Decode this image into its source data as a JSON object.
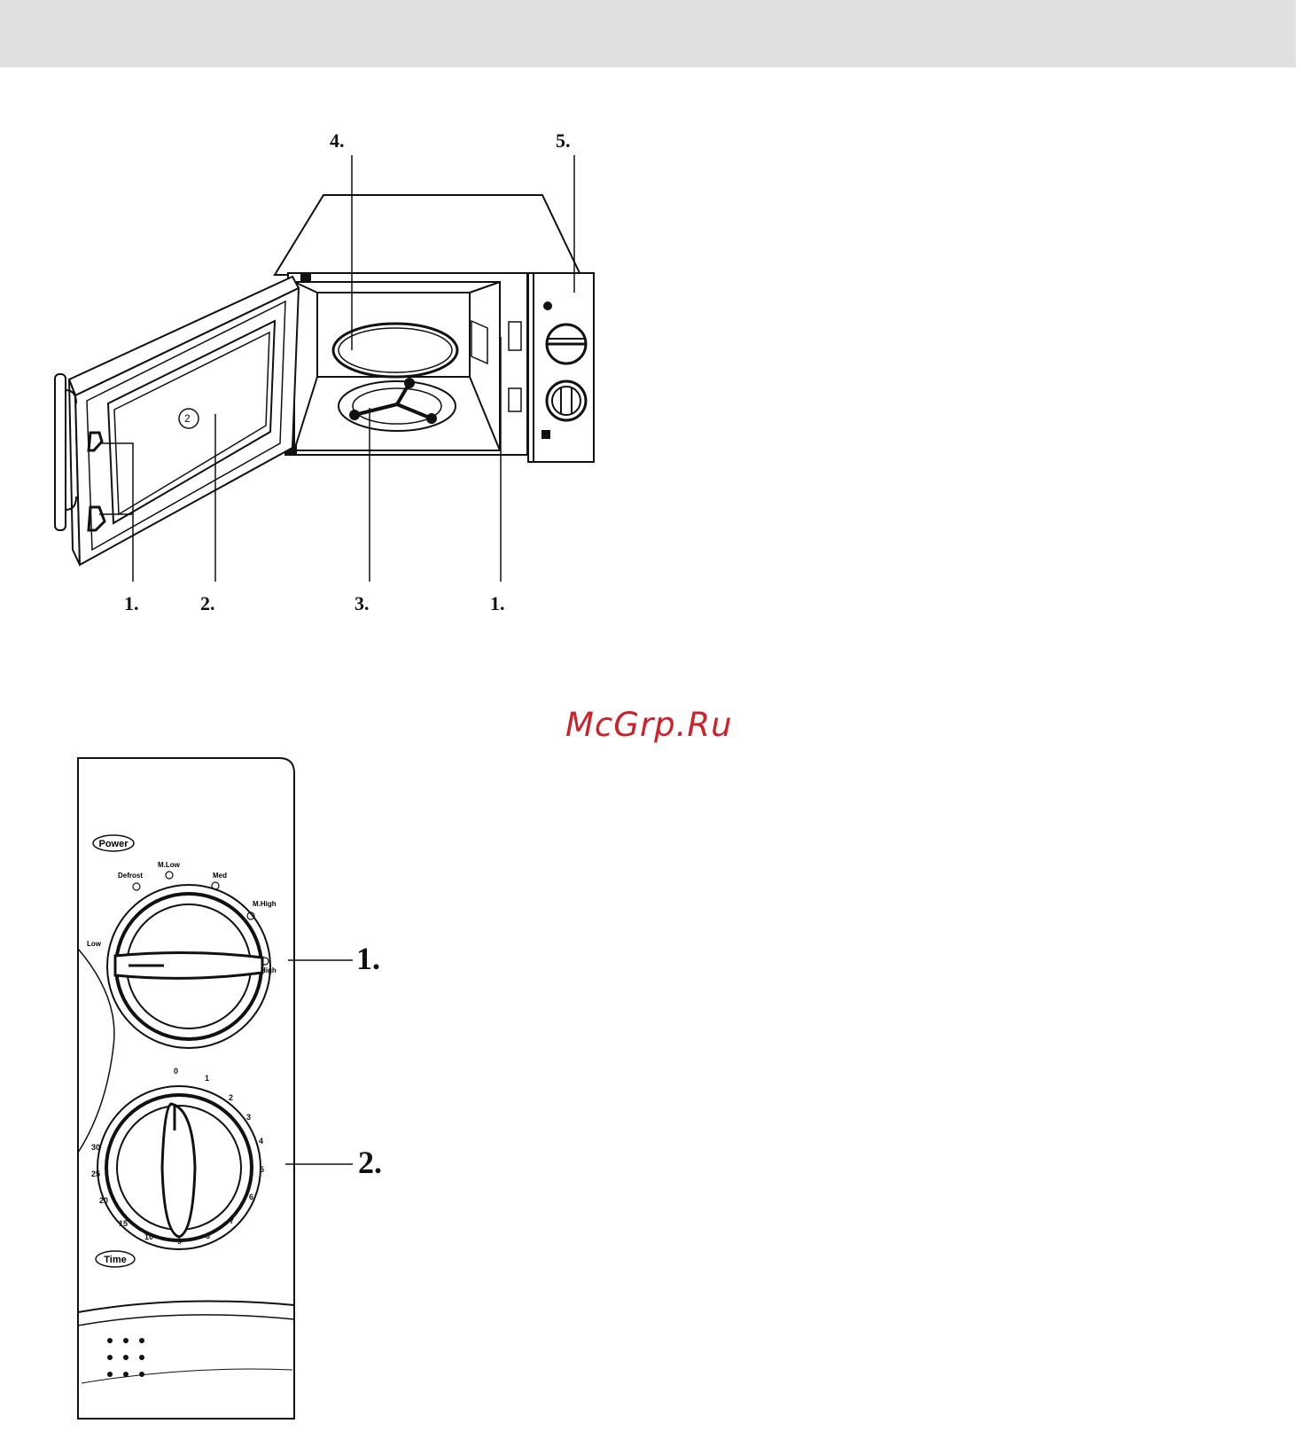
{
  "diagram_top": {
    "callouts": {
      "door_latch_left": "1.",
      "door_window": "2.",
      "turntable_support": "3.",
      "waveguide_cover": "4.",
      "control_panel": "5.",
      "safety_interlock_right": "1."
    },
    "door_mark": "2"
  },
  "watermark": "McGrp.Ru",
  "control_panel": {
    "power_badge": "Power",
    "time_badge": "Time",
    "power_dial": {
      "levels": [
        "Low",
        "Defrost",
        "M.Low",
        "Med",
        "M.High",
        "High"
      ]
    },
    "time_dial": {
      "marks": [
        "0",
        "1",
        "2",
        "3",
        "4",
        "5",
        "6",
        "7",
        "8",
        "9",
        "10",
        "15",
        "20",
        "25",
        "30"
      ]
    },
    "callouts": {
      "power_knob": "1.",
      "timer_knob": "2."
    }
  }
}
